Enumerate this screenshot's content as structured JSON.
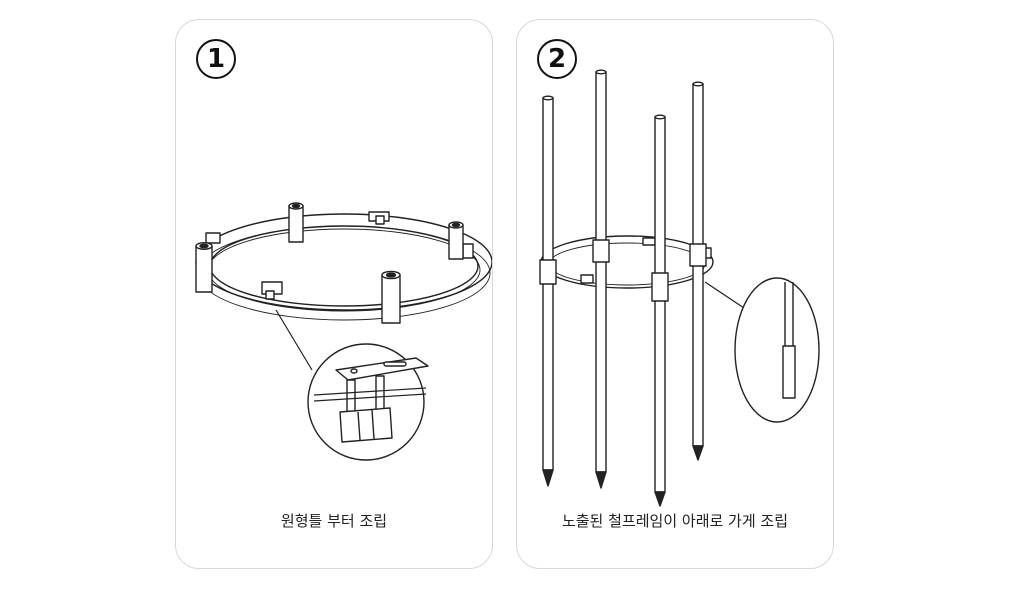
{
  "steps": [
    {
      "number": "1",
      "caption": "원형틀 부터 조립"
    },
    {
      "number": "2",
      "caption": "노출된 철프레임이 아래로 가게 조립"
    }
  ]
}
